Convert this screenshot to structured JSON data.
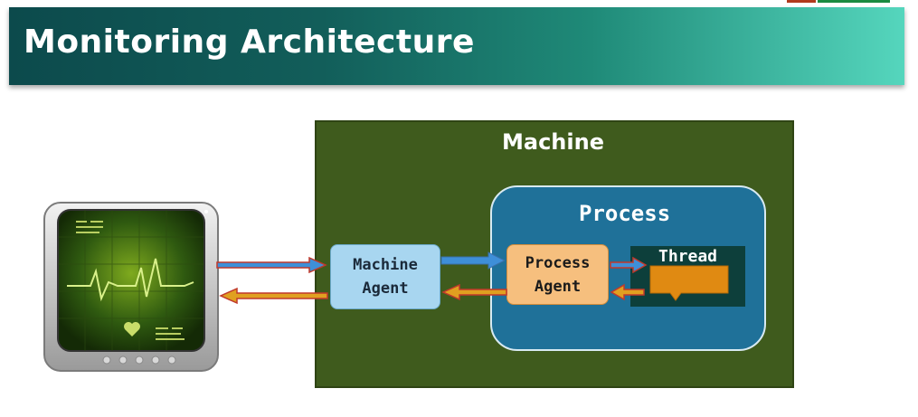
{
  "header": {
    "title": "Monitoring Architecture"
  },
  "diagram": {
    "machine_label": "Machine",
    "process_label": "Process",
    "thread_label": "Thread",
    "machine_agent": {
      "line1": "Machine",
      "line2": "Agent"
    },
    "process_agent": {
      "line1": "Process",
      "line2": "Agent"
    }
  },
  "colors": {
    "machine_fill": "#3f5b1d",
    "process_fill": "#1f7199",
    "machine_agent_fill": "#a8d6f0",
    "process_agent_fill": "#f6bf7e",
    "thread_fill": "#0d3f3b",
    "thread_block": "#e08a12",
    "arrow_request": "#3e8fd8",
    "arrow_response": "#e0a020",
    "arrow_outline": "#c0392b"
  },
  "icons": {
    "monitor": "heartbeat-monitor-icon"
  }
}
